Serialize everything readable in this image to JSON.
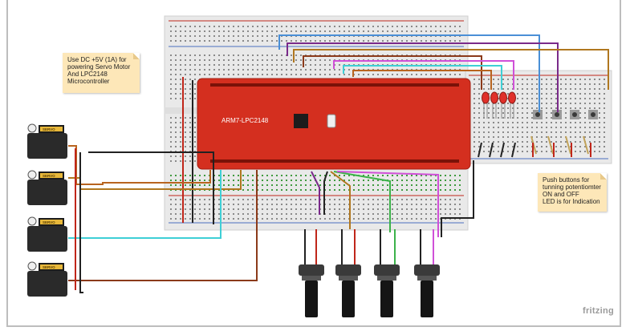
{
  "notes": {
    "power": "Use DC +5V (1A) for\npowering  Servo Motor\nAnd LPC2148\nMicrocontroller",
    "buttons": "Push buttons for\ntunning potentiomter\nON and OFF\nLED is for Indication"
  },
  "board": {
    "label": "ARM7-LPC2148",
    "color": "#d42f1f"
  },
  "servo_label": "SERVO",
  "brand": "fritzing",
  "colors": {
    "wire_red": "#c0261a",
    "wire_black": "#222222",
    "wire_brown": "#8b3a1a",
    "wire_orange": "#b8641f",
    "wire_cyan": "#3ecfd6",
    "wire_green": "#3cb24a",
    "wire_magenta": "#d050d8",
    "wire_gold": "#b0771f",
    "wire_blue": "#4a8fd6",
    "wire_purple": "#7a2a8a"
  }
}
